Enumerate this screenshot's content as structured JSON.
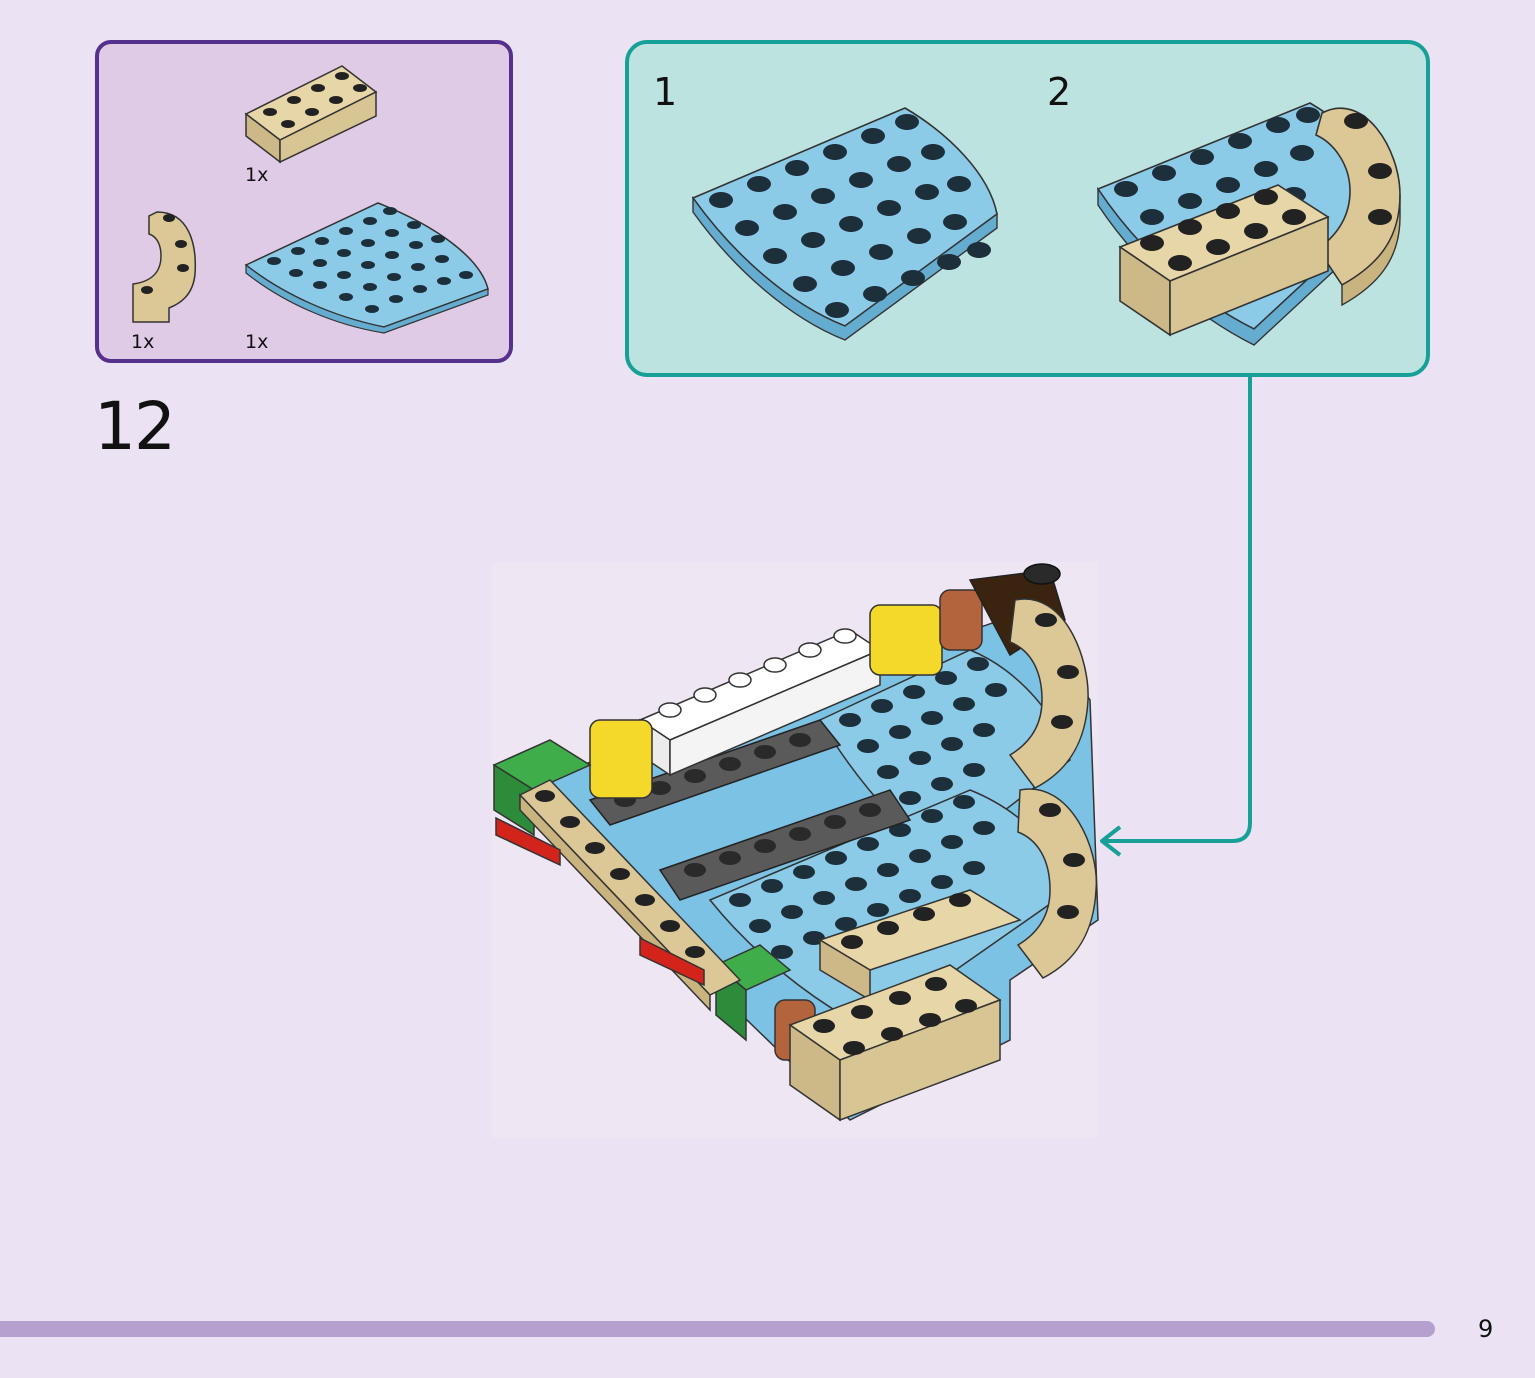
{
  "parts_list": {
    "items": [
      {
        "part": "tan-2x4-brick-icon",
        "quantity": "1x"
      },
      {
        "part": "tan-arch-brick-icon",
        "quantity": "1x"
      },
      {
        "part": "blue-quarter-round-plate-icon",
        "quantity": "1x"
      }
    ]
  },
  "substeps": [
    {
      "number": "1"
    },
    {
      "number": "2"
    }
  ],
  "step": {
    "number": "12"
  },
  "page": {
    "number": "9"
  },
  "colors": {
    "parts_box_fill": "#dfcbe6",
    "parts_box_border": "#55308c",
    "substep_box_fill": "#bde3e1",
    "substep_box_border": "#16a097",
    "footer_bar": "#b6a0d0",
    "brick_tan": "#dcc896",
    "plate_blue": "#7cc2e4"
  }
}
